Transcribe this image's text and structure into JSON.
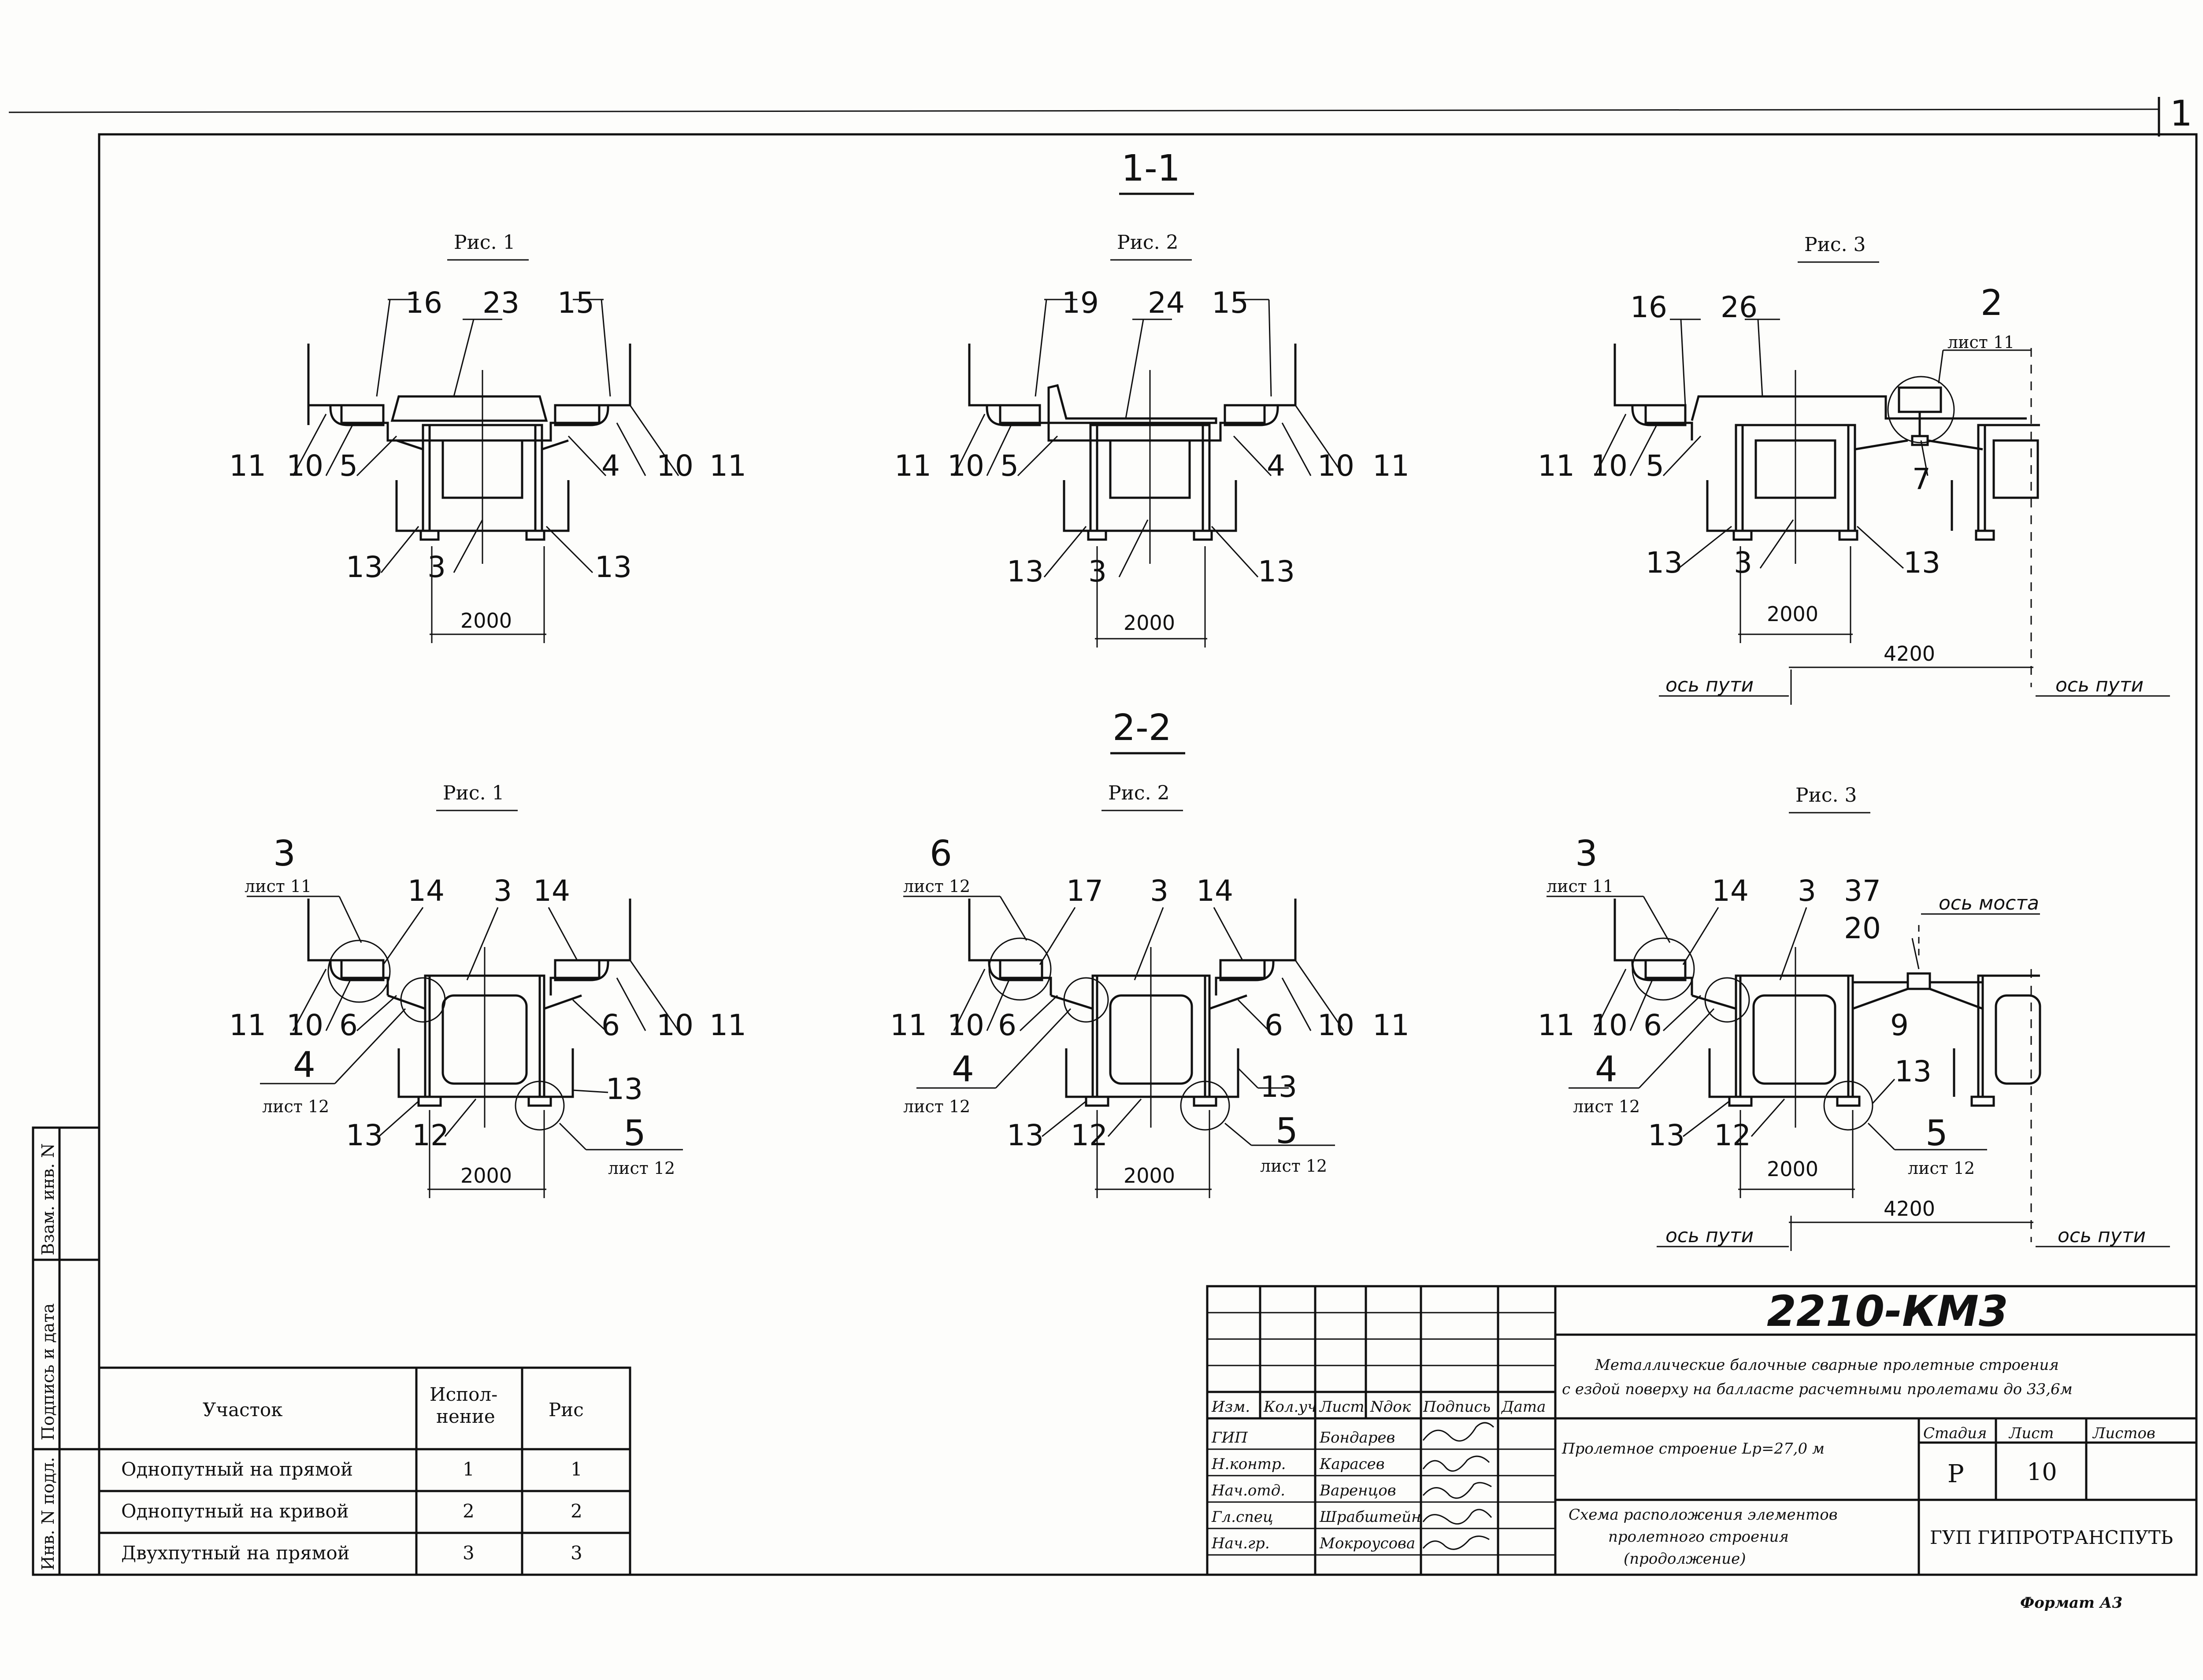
{
  "sheet_corner_number": "1",
  "sections": [
    {
      "title": "1-1",
      "figures": [
        {
          "label": "Рис. 1",
          "callouts": {
            "c1": "16",
            "c2": "23",
            "c3": "15",
            "c4": "11",
            "c5": "10",
            "c6": "5",
            "c7": "4",
            "c8": "10",
            "c9": "11",
            "c10": "13",
            "c11": "3",
            "c12": "13"
          },
          "dim": "2000"
        },
        {
          "label": "Рис. 2",
          "callouts": {
            "c1": "19",
            "c2": "24",
            "c3": "15",
            "c4": "11",
            "c5": "10",
            "c6": "5",
            "c7": "4",
            "c8": "10",
            "c9": "11",
            "c10": "13",
            "c11": "3",
            "c12": "13"
          },
          "dim": "2000"
        },
        {
          "label": "Рис. 3",
          "callouts": {
            "c1": "16",
            "c2": "26",
            "c4": "11",
            "c5": "10",
            "c6": "5",
            "c7": "7",
            "c10": "13",
            "c11": "3",
            "c12": "13"
          },
          "detail": {
            "num": "2",
            "sheet": "лист 11"
          },
          "dim": "2000",
          "dim2": "4200",
          "axis_left": "ось пути",
          "axis_right": "ось пути"
        }
      ]
    },
    {
      "title": "2-2",
      "figures": [
        {
          "label": "Рис. 1",
          "callouts": {
            "a": "14",
            "b": "3",
            "c": "14",
            "d": "11",
            "e": "10",
            "f": "6",
            "g": "6",
            "h": "10",
            "i": "11",
            "j": "13",
            "k": "13",
            "l": "12"
          },
          "detail_top": {
            "num": "3",
            "sheet": "лист 11"
          },
          "detail_mid": {
            "num": "4",
            "sheet": "лист 12"
          },
          "detail_bot": {
            "num": "5",
            "sheet": "лист 12"
          },
          "dim": "2000"
        },
        {
          "label": "Рис. 2",
          "callouts": {
            "a": "17",
            "b": "3",
            "c": "14",
            "d": "11",
            "e": "10",
            "f": "6",
            "g": "6",
            "h": "10",
            "i": "11",
            "j": "13",
            "k": "13",
            "l": "12"
          },
          "detail_top": {
            "num": "6",
            "sheet": "лист 12"
          },
          "detail_mid": {
            "num": "4",
            "sheet": "лист 12"
          },
          "detail_bot": {
            "num": "5",
            "sheet": "лист 12"
          },
          "dim": "2000"
        },
        {
          "label": "Рис. 3",
          "callouts": {
            "a": "14",
            "b": "3",
            "c": "37",
            "m": "20",
            "d": "11",
            "e": "10",
            "f": "6",
            "n": "9",
            "j": "13",
            "k": "13",
            "l": "12"
          },
          "detail_top": {
            "num": "3",
            "sheet": "лист 11"
          },
          "detail_mid": {
            "num": "4",
            "sheet": "лист 12"
          },
          "detail_bot": {
            "num": "5",
            "sheet": "лист 12"
          },
          "dim": "2000",
          "dim2": "4200",
          "axis_left": "ось пути",
          "axis_right": "ось пути",
          "bridge_axis": "ось моста"
        }
      ]
    }
  ],
  "side_stamp": [
    "Инв. N подл.",
    "Подпись и дата",
    "Взам. инв. N"
  ],
  "table": {
    "headers": [
      "Участок",
      "Испол-\nнение",
      "Рис"
    ],
    "rows": [
      [
        "Однопутный на прямой",
        "1",
        "1"
      ],
      [
        "Однопутный на кривой",
        "2",
        "2"
      ],
      [
        "Двухпутный на прямой",
        "3",
        "3"
      ]
    ]
  },
  "title_block": {
    "doc_code": "2210-КМ3",
    "title_line1": "Металлические балочные сварные пролетные строения",
    "title_line2": "с ездой поверху на балласте расчетными пролетами до 33,6м",
    "col_headers": [
      "Изм.",
      "Кол.уч",
      "Лист",
      "Nдок",
      "Подпись",
      "Дата"
    ],
    "staff": [
      [
        "ГИП",
        "Бондарев"
      ],
      [
        "Н.контр.",
        "Карасев"
      ],
      [
        "Нач.отд.",
        "Варенцов"
      ],
      [
        "Гл.спец",
        "Шрабштейн"
      ],
      [
        "Нач.гр.",
        "Мокроусова"
      ]
    ],
    "object": "Пролетное строение Lp=27,0 м",
    "stage_headers": [
      "Стадия",
      "Лист",
      "Листов"
    ],
    "stage": "Р",
    "sheet_no": "10",
    "sheets_total": "",
    "sheet_title": [
      "Схема расположения элементов",
      "пролетного строения",
      "(продолжение)"
    ],
    "org": "ГУП ГИПРОТРАНСПУТЬ",
    "format": "Формат А3"
  }
}
